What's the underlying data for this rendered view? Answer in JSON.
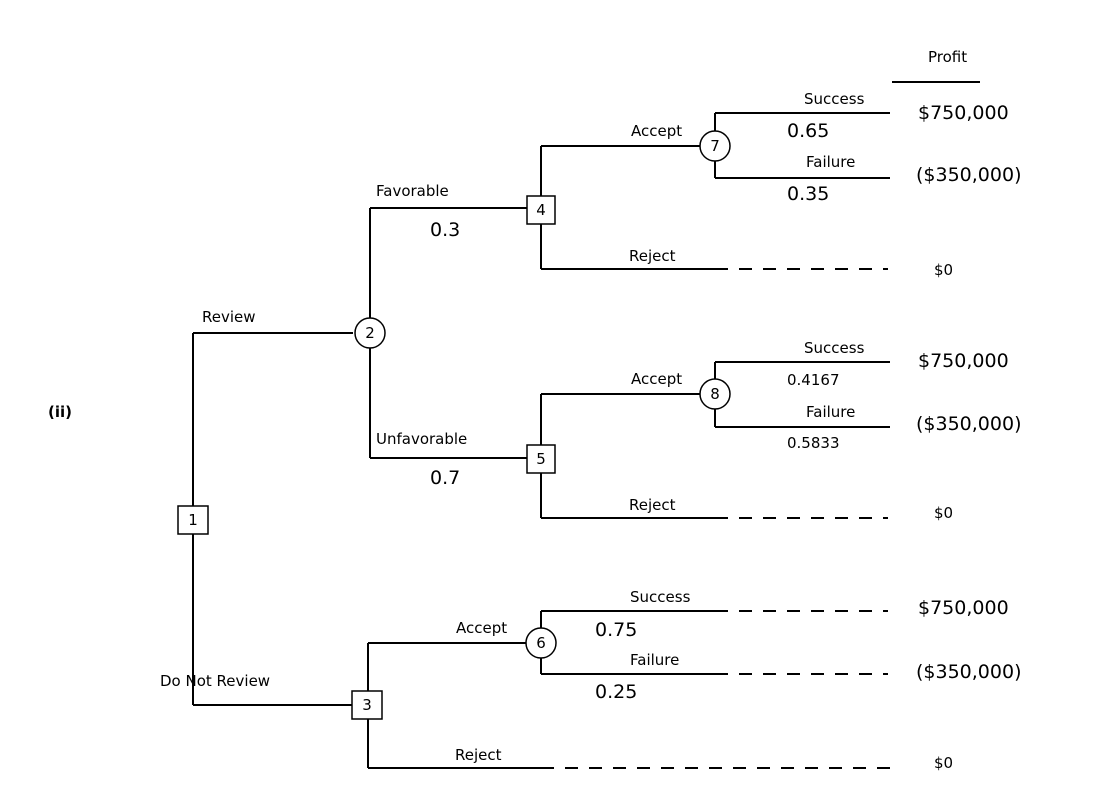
{
  "part_label": "(ii)",
  "header": {
    "profit": "Profit"
  },
  "nodes": {
    "n1": "1",
    "n2": "2",
    "n3": "3",
    "n4": "4",
    "n5": "5",
    "n6": "6",
    "n7": "7",
    "n8": "8"
  },
  "branches": {
    "review": "Review",
    "do_not_review": "Do Not Review",
    "favorable": "Favorable",
    "favorable_prob": "0.3",
    "unfavorable": "Unfavorable",
    "unfavorable_prob": "0.7",
    "accept_4": "Accept",
    "reject_4": "Reject",
    "accept_5": "Accept",
    "reject_5": "Reject",
    "accept_3": "Accept",
    "reject_3": "Reject",
    "success_7": "Success",
    "success_7_prob": "0.65",
    "failure_7": "Failure",
    "failure_7_prob": "0.35",
    "success_8": "Success",
    "success_8_prob": "0.4167",
    "failure_8": "Failure",
    "failure_8_prob": "0.5833",
    "success_6": "Success",
    "success_6_prob": "0.75",
    "failure_6": "Failure",
    "failure_6_prob": "0.25"
  },
  "payoffs": {
    "p7_success": "$750,000",
    "p7_failure": "($350,000)",
    "p4_reject": "$0",
    "p8_success": "$750,000",
    "p8_failure": "($350,000)",
    "p5_reject": "$0",
    "p6_success": "$750,000",
    "p6_failure": "($350,000)",
    "p3_reject": "$0"
  }
}
